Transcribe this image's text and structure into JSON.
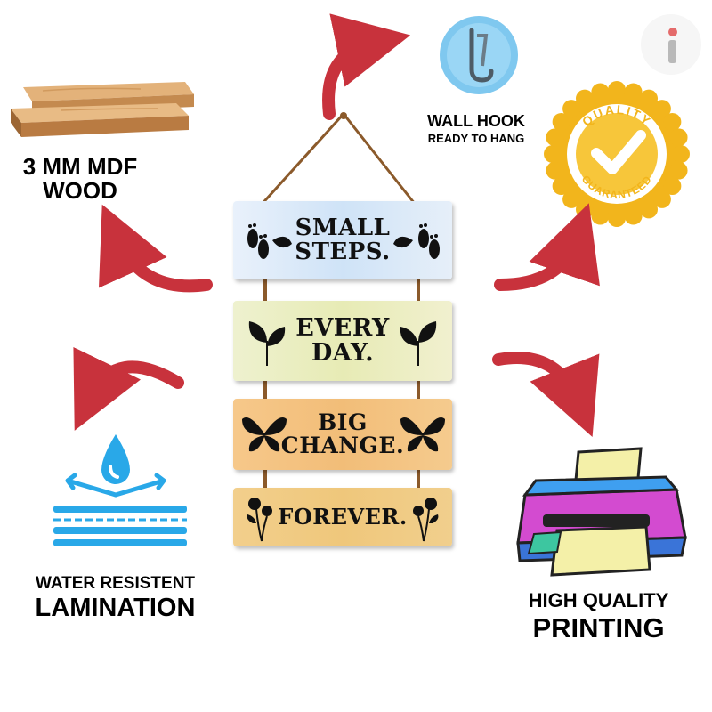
{
  "features": {
    "mdf": {
      "line1": "3 MM MDF",
      "line2": "WOOD"
    },
    "hook": {
      "line1": "WALL HOOK",
      "line2": "READY TO HANG"
    },
    "lamination": {
      "line1": "WATER RESISTENT",
      "line2": "LAMINATION"
    },
    "printing": {
      "line1": "HIGH QUALITY",
      "line2": "PRINTING"
    }
  },
  "badge": {
    "top": "QUALITY",
    "bottom": "GUARANTEED"
  },
  "planks": [
    {
      "line1": "SMALL",
      "line2": "STEPS."
    },
    {
      "line1": "EVERY",
      "line2": "DAY."
    },
    {
      "line1": "BIG",
      "line2": "CHANGE."
    },
    {
      "line1": "FOREVER.",
      "line2": ""
    }
  ],
  "colors": {
    "arrow": "#c8323c",
    "water": "#29a8e8",
    "gold": "#f2b51c"
  },
  "icons": [
    "wood-planks-icon",
    "wall-hook-icon",
    "quality-badge-icon",
    "water-drop-icon",
    "printer-icon",
    "brand-logo-icon",
    "footprint-icon",
    "leaf-icon",
    "butterfly-icon",
    "flower-icon"
  ]
}
